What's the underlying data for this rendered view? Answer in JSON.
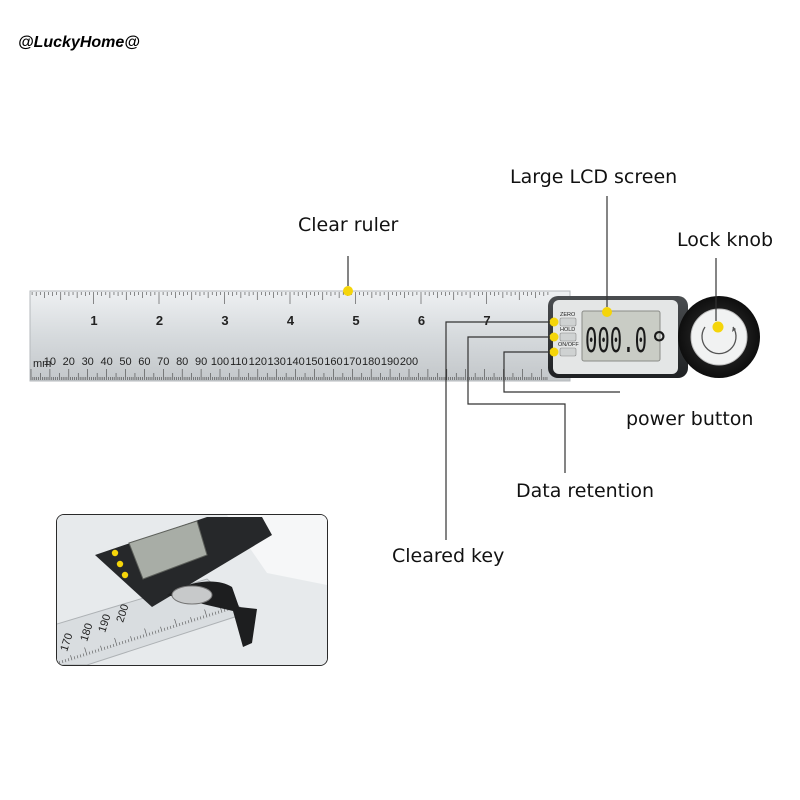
{
  "watermark": "@LuckyHome@",
  "callouts": {
    "clear_ruler": "Clear ruler",
    "lcd_screen": "Large LCD screen",
    "lock_knob": "Lock knob",
    "power_button": "power button",
    "data_retention": "Data retention",
    "cleared_key": "Cleared key"
  },
  "ruler": {
    "inch_numbers": [
      "1",
      "2",
      "3",
      "4",
      "5",
      "6",
      "7"
    ],
    "mm_unit": "mm",
    "mm_numbers": [
      "10",
      "20",
      "30",
      "40",
      "50",
      "60",
      "70",
      "80",
      "90",
      "100",
      "110",
      "120",
      "130",
      "140",
      "150",
      "160",
      "170",
      "180",
      "190",
      "200"
    ]
  },
  "device": {
    "buttons": [
      "ZERO",
      "HOLD",
      "ON/OFF"
    ],
    "display_value": "000.0",
    "display_unit": "°"
  },
  "inset": {
    "mm_numbers": [
      "200",
      "190",
      "180",
      "170"
    ]
  },
  "colors": {
    "marker": "#f5d50a",
    "ruler": "#d9dde0",
    "lcd": "#c9ccc5"
  }
}
